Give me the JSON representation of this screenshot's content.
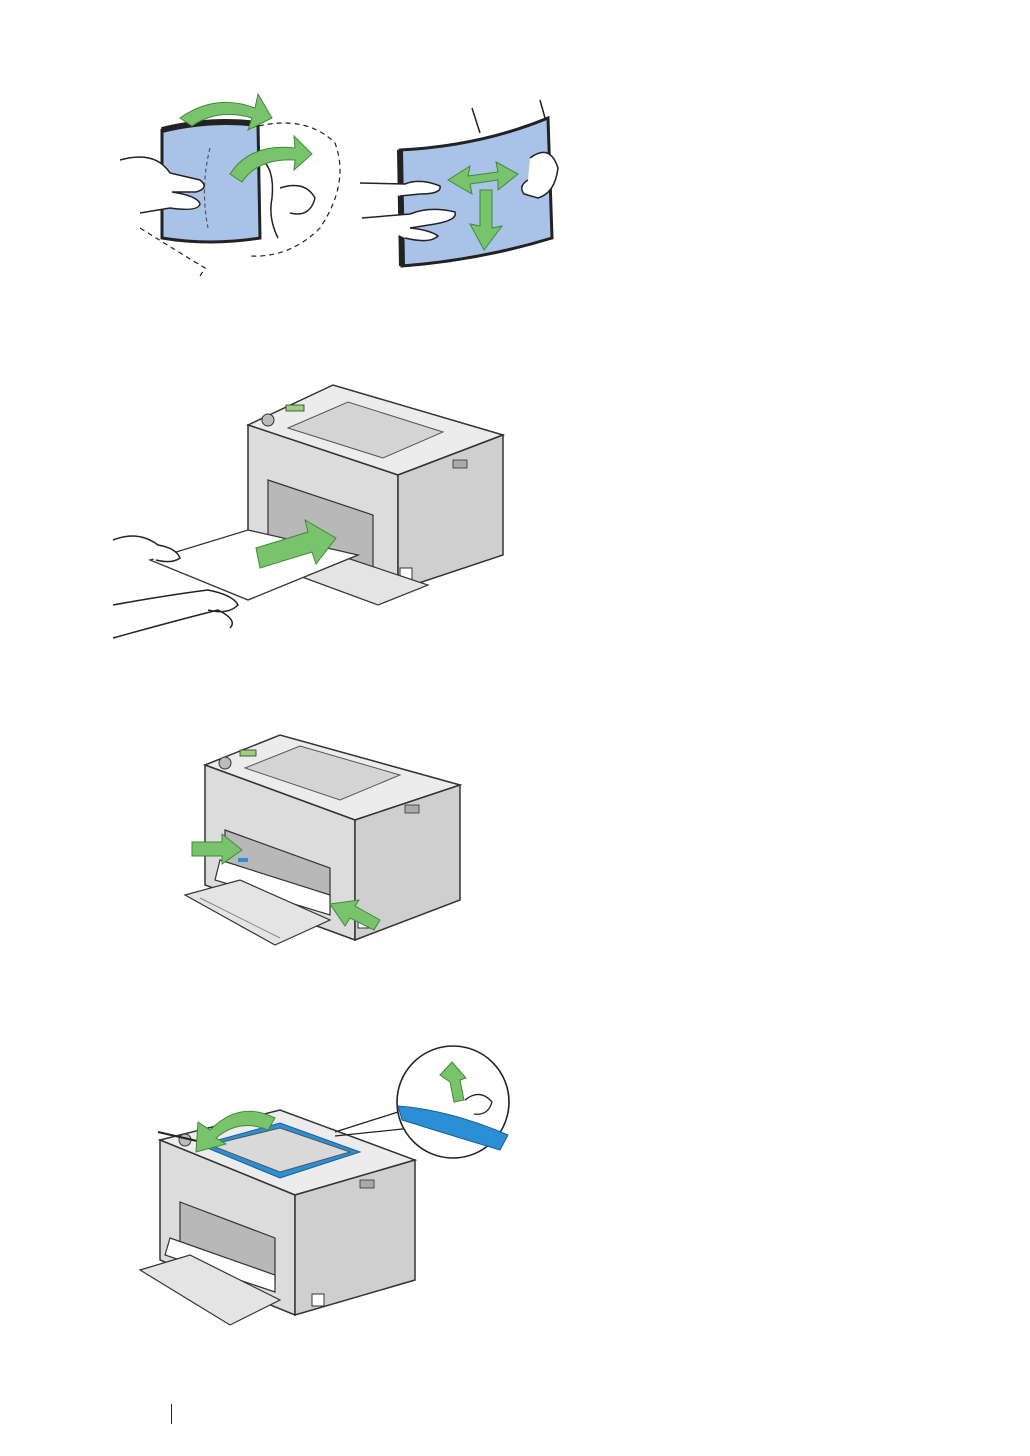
{
  "page": {
    "background": "#ffffff"
  },
  "figures": [
    {
      "id": "fan-paper",
      "icon": "fanning-paper-illustration"
    },
    {
      "id": "load-paper",
      "icon": "loading-paper-illustration"
    },
    {
      "id": "adjust-guides",
      "icon": "adjusting-guides-illustration"
    },
    {
      "id": "close-cover",
      "icon": "closing-cover-illustration"
    }
  ],
  "colors": {
    "paper_blue": "#a9c2e8",
    "arrow_green": "#79c36c",
    "arrow_green_dark": "#3f8a36",
    "printer_gray": "#dcdcdc",
    "printer_dark": "#b8b8b8",
    "cover_blue": "#2a8fd6"
  }
}
